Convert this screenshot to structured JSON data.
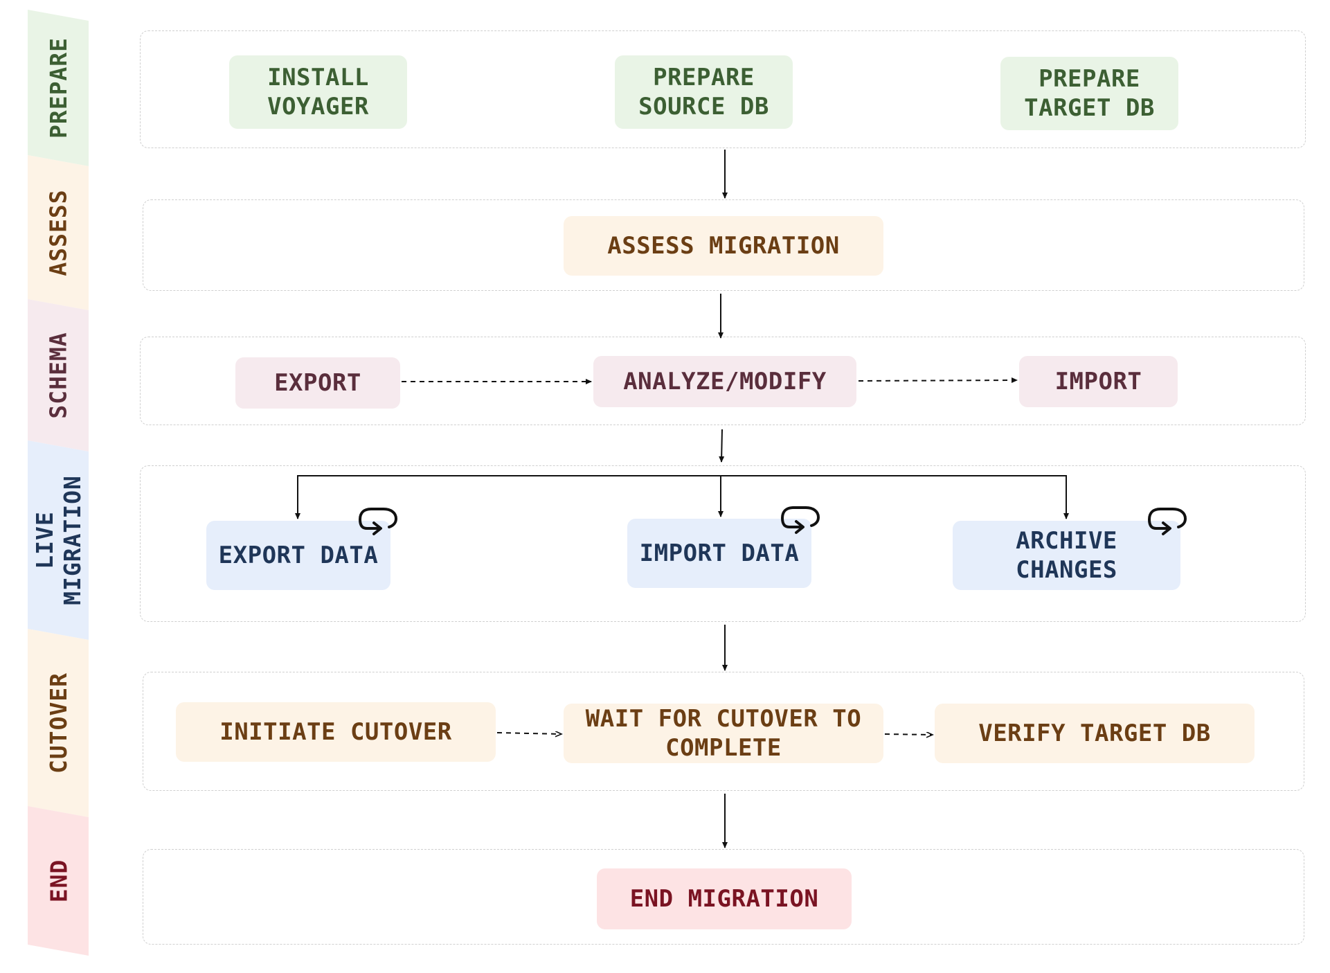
{
  "colors": {
    "prepare_bg": "#e9f4e6",
    "prepare_text": "#3c5f33",
    "assess_bg": "#fdf3e6",
    "assess_text": "#6b3e14",
    "schema_bg": "#f6eaee",
    "schema_text": "#5a2e3c",
    "live_bg": "#e6eefb",
    "live_text": "#1f3658",
    "cutover_bg": "#fdf3e6",
    "cutover_text": "#6b3e14",
    "end_bg": "#fde3e4",
    "end_text": "#7a1322"
  },
  "phases": {
    "prepare": "PREPARE",
    "assess": "ASSESS",
    "schema": "SCHEMA",
    "live_migration": "LIVE\nMIGRATION",
    "cutover": "CUTOVER",
    "end": "END"
  },
  "prepare": {
    "install_voyager": "INSTALL\nVOYAGER",
    "prepare_source_db": "PREPARE\nSOURCE DB",
    "prepare_target_db": "PREPARE\nTARGET DB"
  },
  "assess": {
    "assess_migration": "ASSESS MIGRATION"
  },
  "schema": {
    "export": "EXPORT",
    "analyze_modify": "ANALYZE/MODIFY",
    "import": "IMPORT"
  },
  "live_migration": {
    "export_data": "EXPORT DATA",
    "import_data": "IMPORT DATA",
    "archive_changes": "ARCHIVE\nCHANGES",
    "loop_icon": "loop-arrow-icon"
  },
  "cutover": {
    "initiate_cutover": "INITIATE CUTOVER",
    "wait_for_cutover": "WAIT FOR CUTOVER TO\nCOMPLETE",
    "verify_target_db": "VERIFY TARGET DB"
  },
  "end": {
    "end_migration": "END MIGRATION"
  }
}
